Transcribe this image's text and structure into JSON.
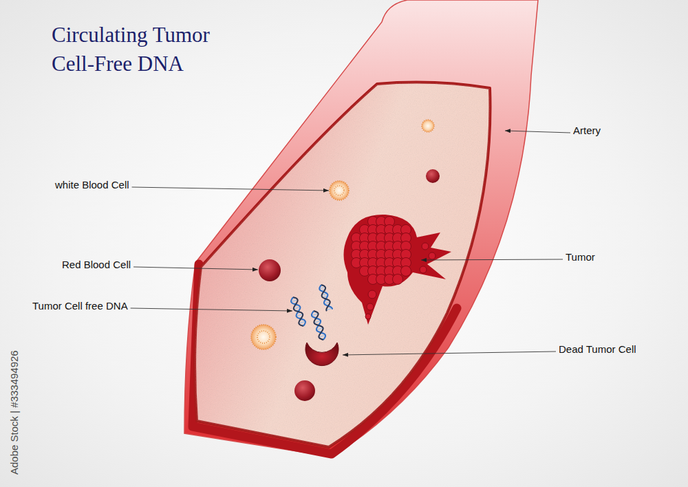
{
  "diagram": {
    "title": "Circulating Tumor Cell-Free DNA",
    "labels": [
      "Artery",
      "white Blood Cell",
      "Tumor",
      "Red Blood Cell",
      "Tumor Cell free DNA",
      "Dead Tumor Cell",
      "Adobe Stock | #333494926"
    ]
  }
}
